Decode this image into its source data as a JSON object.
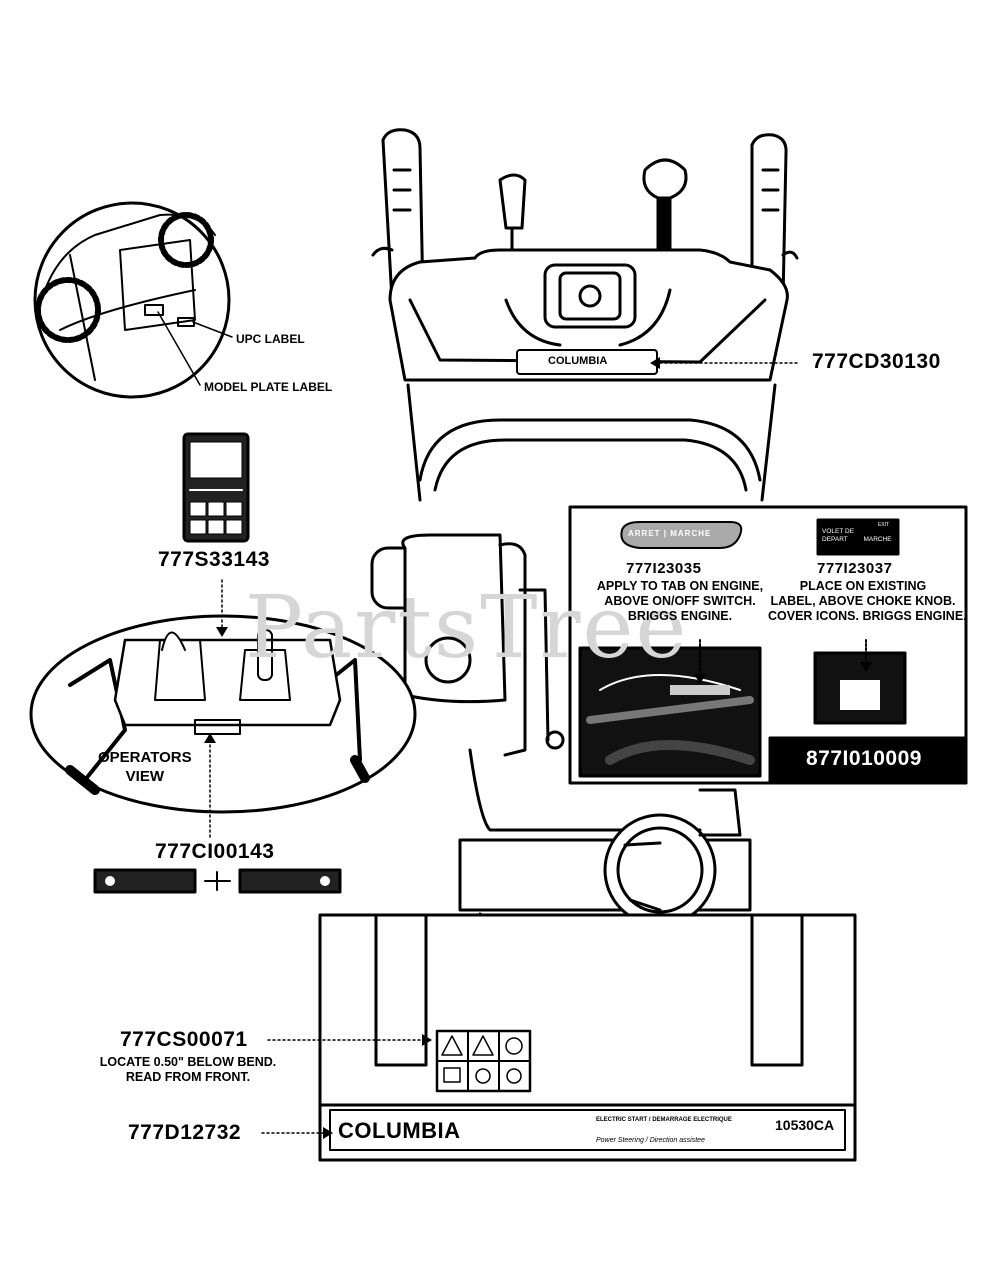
{
  "watermark": "PartsTree",
  "labels": {
    "upc_label": "UPC LABEL",
    "model_plate_label": "MODEL PLATE LABEL",
    "operators_view_line1": "OPERATORS",
    "operators_view_line2": "VIEW"
  },
  "parts": {
    "p1": "777CD30130",
    "p2": "777S33143",
    "p3": "777CI00143",
    "p4": "777CS00071",
    "p4_note1": "LOCATE 0.50\" BELOW BEND.",
    "p4_note2": "READ FROM FRONT.",
    "p5": "777D12732"
  },
  "inset": {
    "left_part": "777I23035",
    "left_note1": "APPLY TO TAB ON ENGINE,",
    "left_note2": "ABOVE ON/OFF SWITCH.",
    "left_note3": "BRIGGS ENGINE.",
    "right_part": "777I23037",
    "right_note1": "PLACE ON EXISTING",
    "right_note2": "LABEL, ABOVE CHOKE KNOB.",
    "right_note3": "COVER ICONS. BRIGGS ENGINE.",
    "kit_part": "877I010009",
    "decal_left_text": "ARRET | MARCHE",
    "decal_right_line1": "VOLET DE",
    "decal_right_line2": "DEPART",
    "decal_right_line3": "MARCHE",
    "decal_right_small": "EXIT"
  },
  "machine": {
    "brand_dash": "COLUMBIA",
    "brand_housing": "COLUMBIA",
    "model_number": "10530CA",
    "housing_small1": "ELECTRIC START / DEMARRAGE ELECTRIQUE",
    "housing_small2": "Power Steering / Direction assistee"
  }
}
